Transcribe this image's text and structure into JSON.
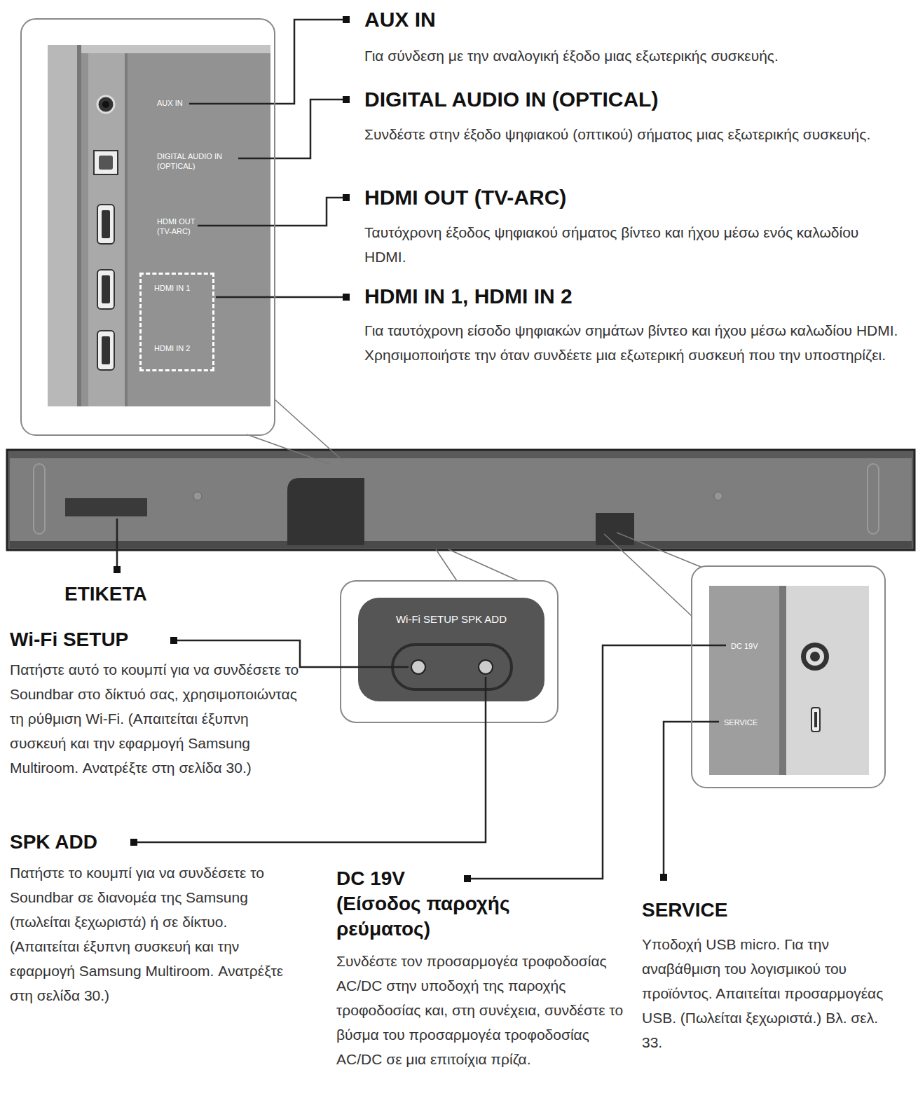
{
  "diagram": {
    "nodes": [
      {
        "text": [
          "AUX IN",
          "DIGITAL AUDIO IN (OPTICAL)",
          "HDMI OUT (TV-ARC)"
        ]
      },
      {
        "text": [
          "HDMI IN 1",
          "HDMI IN 2"
        ],
        "in": 0
      },
      {
        "text": [
          "Wi-Fi SETUP SPK ADD"
        ]
      },
      {
        "text": [
          "DC 19V",
          "SERVICE"
        ]
      }
    ],
    "labels": [
      "AUX IN",
      "Για σύνδεση με την αναλογική έξοδο μιας εξωτερικής συσκευής.",
      "DIGITAL AUDIO IN (OPTICAL)",
      "Συνδέστε στην έξοδο ψηφιακού (οπτικού) σήματος μιας εξωτερικής συσκευής.",
      "HDMI OUT (TV-ARC)",
      "Ταυτόχρονη έξοδος ψηφιακού σήματος βίντεο και ήχου μέσω ενός καλωδίου HDMI.",
      "HDMI IN 1, HDMI IN 2",
      "Για ταυτόχρονη είσοδο ψηφιακών σημάτων βίντεο και ήχου μέσω καλωδίου HDMI. Χρησιμοποιήστε την όταν συνδέετε μια εξωτερική συσκευή που την υποστηρίζει.",
      "ΕΤΙΚΕΤΑ",
      "Wi-Fi SETUP",
      "Πατήστε αυτό το κουμπί για να συνδέσετε το Soundbar στο δίκτυό σας, χρησιμοποιώντας τη ρύθμιση Wi-Fi. (Απαιτείται έξυπνη συσκευή και την εφαρμογή Samsung Multiroom. Ανατρέξτε στη σελίδα 30.)",
      "SPK ADD",
      "Πατήστε το κουμπί για να συνδέσετε το Soundbar σε διανομέα της Samsung (πωλείται ξεχωριστά) ή σε δίκτυο.(Απαιτείται έξυπνη συσκευή και την εφαρμογή Samsung Multiroom. Ανατρέξτε στη σελίδα 30.)",
      "DC 19V",
      "(Είσοδος παροχής ρεύματος)",
      "Συνδέστε τον προσαρμογέα τροφοδοσίας AC/DC στην υποδοχή της παροχής τροφοδοσίας και, στη συνέχεια, συνδέστε το βύσμα του προσαρμογέα τροφοδοσίας AC/DC σε μια επιτοίχια πρίζα.",
      "SERVICE",
      "Υποδοχή USB micro. Για την αναβάθμιση του λογισμικού του προϊόντος. Απαιτείται προσαρμογέας USB. (Πωλείται ξεχωριστά.) Βλ. σελ. 33."
    ]
  }
}
